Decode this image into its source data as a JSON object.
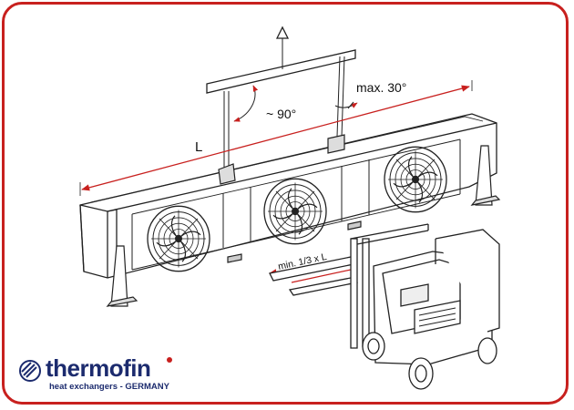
{
  "diagram": {
    "label_length": "L",
    "label_angle_sling": "~ 90°",
    "label_angle_max": "max. 30°",
    "label_fork_min": "min. 1/3 x L"
  },
  "brand": {
    "name": "thermofin",
    "tagline": "heat exchangers - GERMANY"
  },
  "colors": {
    "frame": "#c8201e",
    "dimension": "#c8201e",
    "line": "#222222",
    "brand": "#1c2b6e"
  }
}
